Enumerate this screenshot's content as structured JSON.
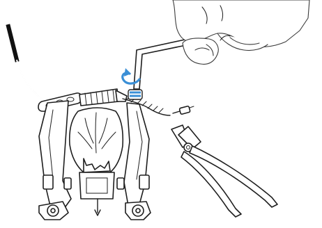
{
  "figure": {
    "colors": {
      "ink": "#1e1e1e",
      "paper": "#ffffff",
      "accent": "#3a8fd6",
      "cable_housing": "#111111"
    },
    "parts": [
      "brake-cable-housing",
      "cable-guide-noodle",
      "rubber-boot",
      "brake-cable",
      "v-brake-arm-left",
      "v-brake-arm-right",
      "brake-pad-left",
      "brake-pad-right",
      "wheel-rim",
      "cable-end-cap",
      "allen-wrench",
      "hand",
      "cable-cutter-pliers"
    ],
    "annotations": {
      "rotation_arrow": "counter-clockwise",
      "accent_on": [
        "rotation-arrow",
        "pinch-bolt-collar"
      ]
    }
  }
}
